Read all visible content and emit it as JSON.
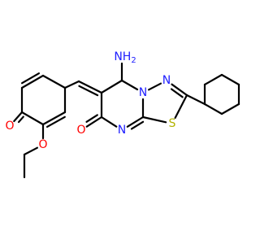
{
  "molecule": {
    "atoms": {
      "nh2": {
        "label": "NH",
        "sub": "2",
        "color": "#2020ff"
      },
      "n_ring": {
        "label": "N",
        "color": "#2020ff"
      },
      "n_thiadiazole": {
        "label": "N",
        "color": "#2020ff"
      },
      "n_pyrimidine": {
        "label": "N",
        "color": "#2020ff"
      },
      "s": {
        "label": "S",
        "color": "#b2b200"
      },
      "o_carbonyl": {
        "label": "O",
        "color": "#ff0000"
      },
      "o_ketone": {
        "label": "O",
        "color": "#ff0000"
      },
      "o_ether": {
        "label": "O",
        "color": "#ff0000"
      }
    }
  }
}
